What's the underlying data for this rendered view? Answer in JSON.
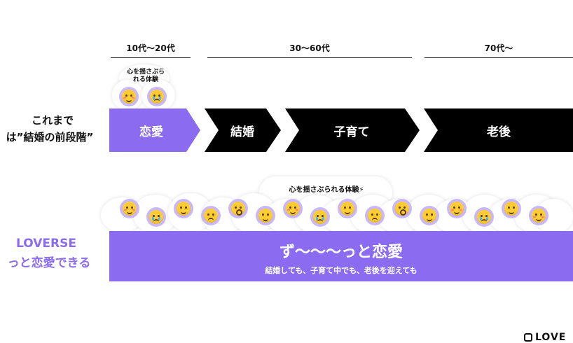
{
  "age_labels": {
    "teens_twenties": "10代〜20代",
    "thirties_sixties": "30〜60代",
    "seventies": "70代〜"
  },
  "current_section": {
    "label_line1": "これまで",
    "label_line2": "は”結婚の前段階”",
    "bubble_text_line1": "心を揺さぶら",
    "bubble_text_line2": "れる体験",
    "stages": [
      "恋愛",
      "結婚",
      "子育て",
      "老後"
    ]
  },
  "loverse_section": {
    "label_line1": "LOVERSE",
    "label_line2": "っと恋愛できる",
    "bubble_text": "心を揺さぶられる体験⚡",
    "banner_title": "ず〜〜〜っと恋愛",
    "banner_subtitle": "結婚しても、子育て中でも、老後を迎えても"
  },
  "footer": {
    "logo_text": "LOVE"
  },
  "colors": {
    "accent": "#8b6cf0",
    "stage_dark": "#000000",
    "emoji_bg": "#c9b8f7"
  }
}
